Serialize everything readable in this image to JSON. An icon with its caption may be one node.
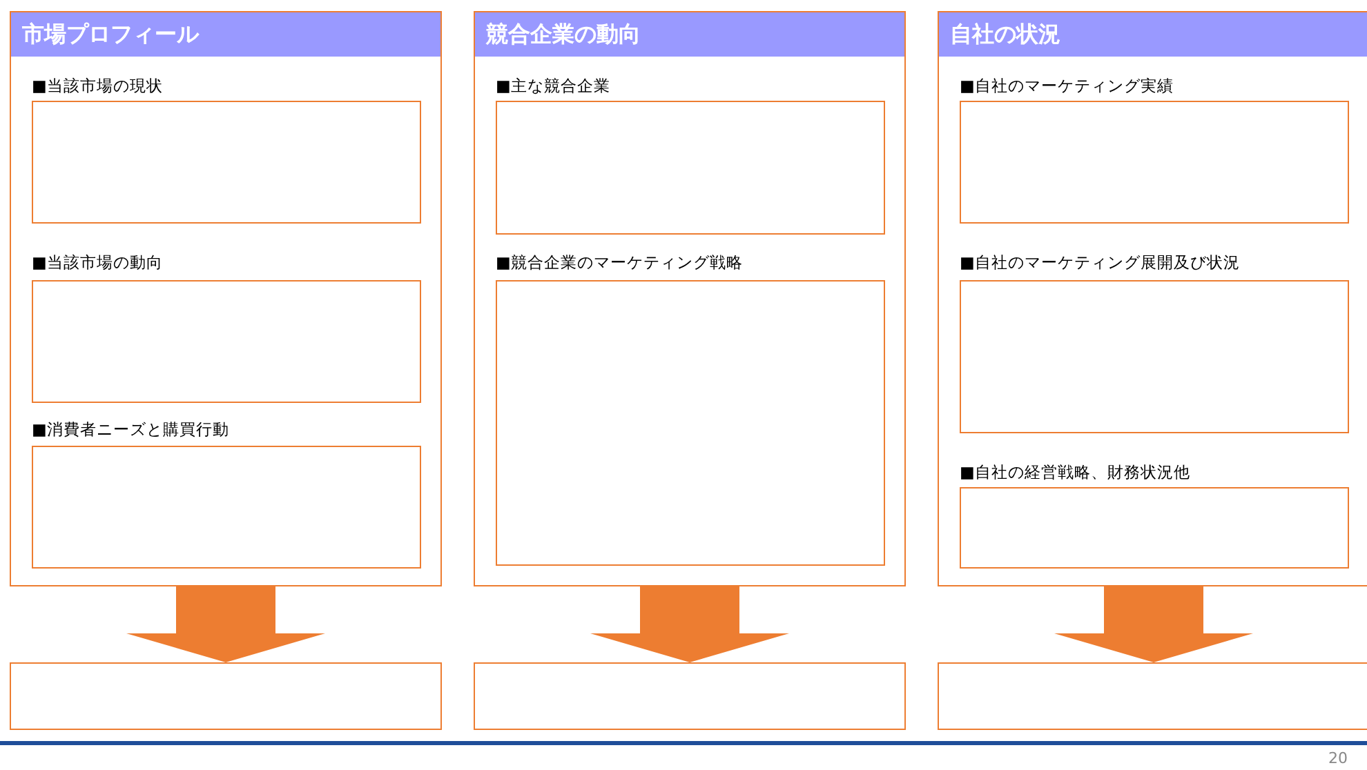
{
  "diagram": {
    "nodes": [
      {
        "text": [
          "市場プロフィール"
        ]
      },
      {
        "text": [
          "■当該市場の現状"
        ],
        "in": 0
      },
      {
        "text": [
          "■当該市場の動向"
        ],
        "in": 0
      },
      {
        "text": [
          "■消費者ニーズと購買行動"
        ],
        "in": 0
      },
      {
        "text": [
          "競合企業の動向"
        ]
      },
      {
        "text": [
          "■主な競合企業"
        ],
        "in": 4
      },
      {
        "text": [
          "■競合企業のマーケティング戦略"
        ],
        "in": 4
      },
      {
        "text": [
          "自社の状況"
        ]
      },
      {
        "text": [
          "■自社のマーケティング実績"
        ],
        "in": 7
      },
      {
        "text": [
          "■自社のマーケティング展開及び状況"
        ],
        "in": 7
      },
      {
        "text": [
          "■自社の経営戦略、財務状況他"
        ],
        "in": 7
      },
      {
        "text": [],
        "shape": "box"
      },
      {
        "text": [],
        "shape": "box"
      },
      {
        "text": [],
        "shape": "box"
      }
    ],
    "edges": [
      {
        "from": 0,
        "to": 11,
        "arrow": "to"
      },
      {
        "from": 4,
        "to": 12,
        "arrow": "to"
      },
      {
        "from": 7,
        "to": 13,
        "arrow": "to"
      }
    ],
    "labels": [
      "20"
    ]
  }
}
